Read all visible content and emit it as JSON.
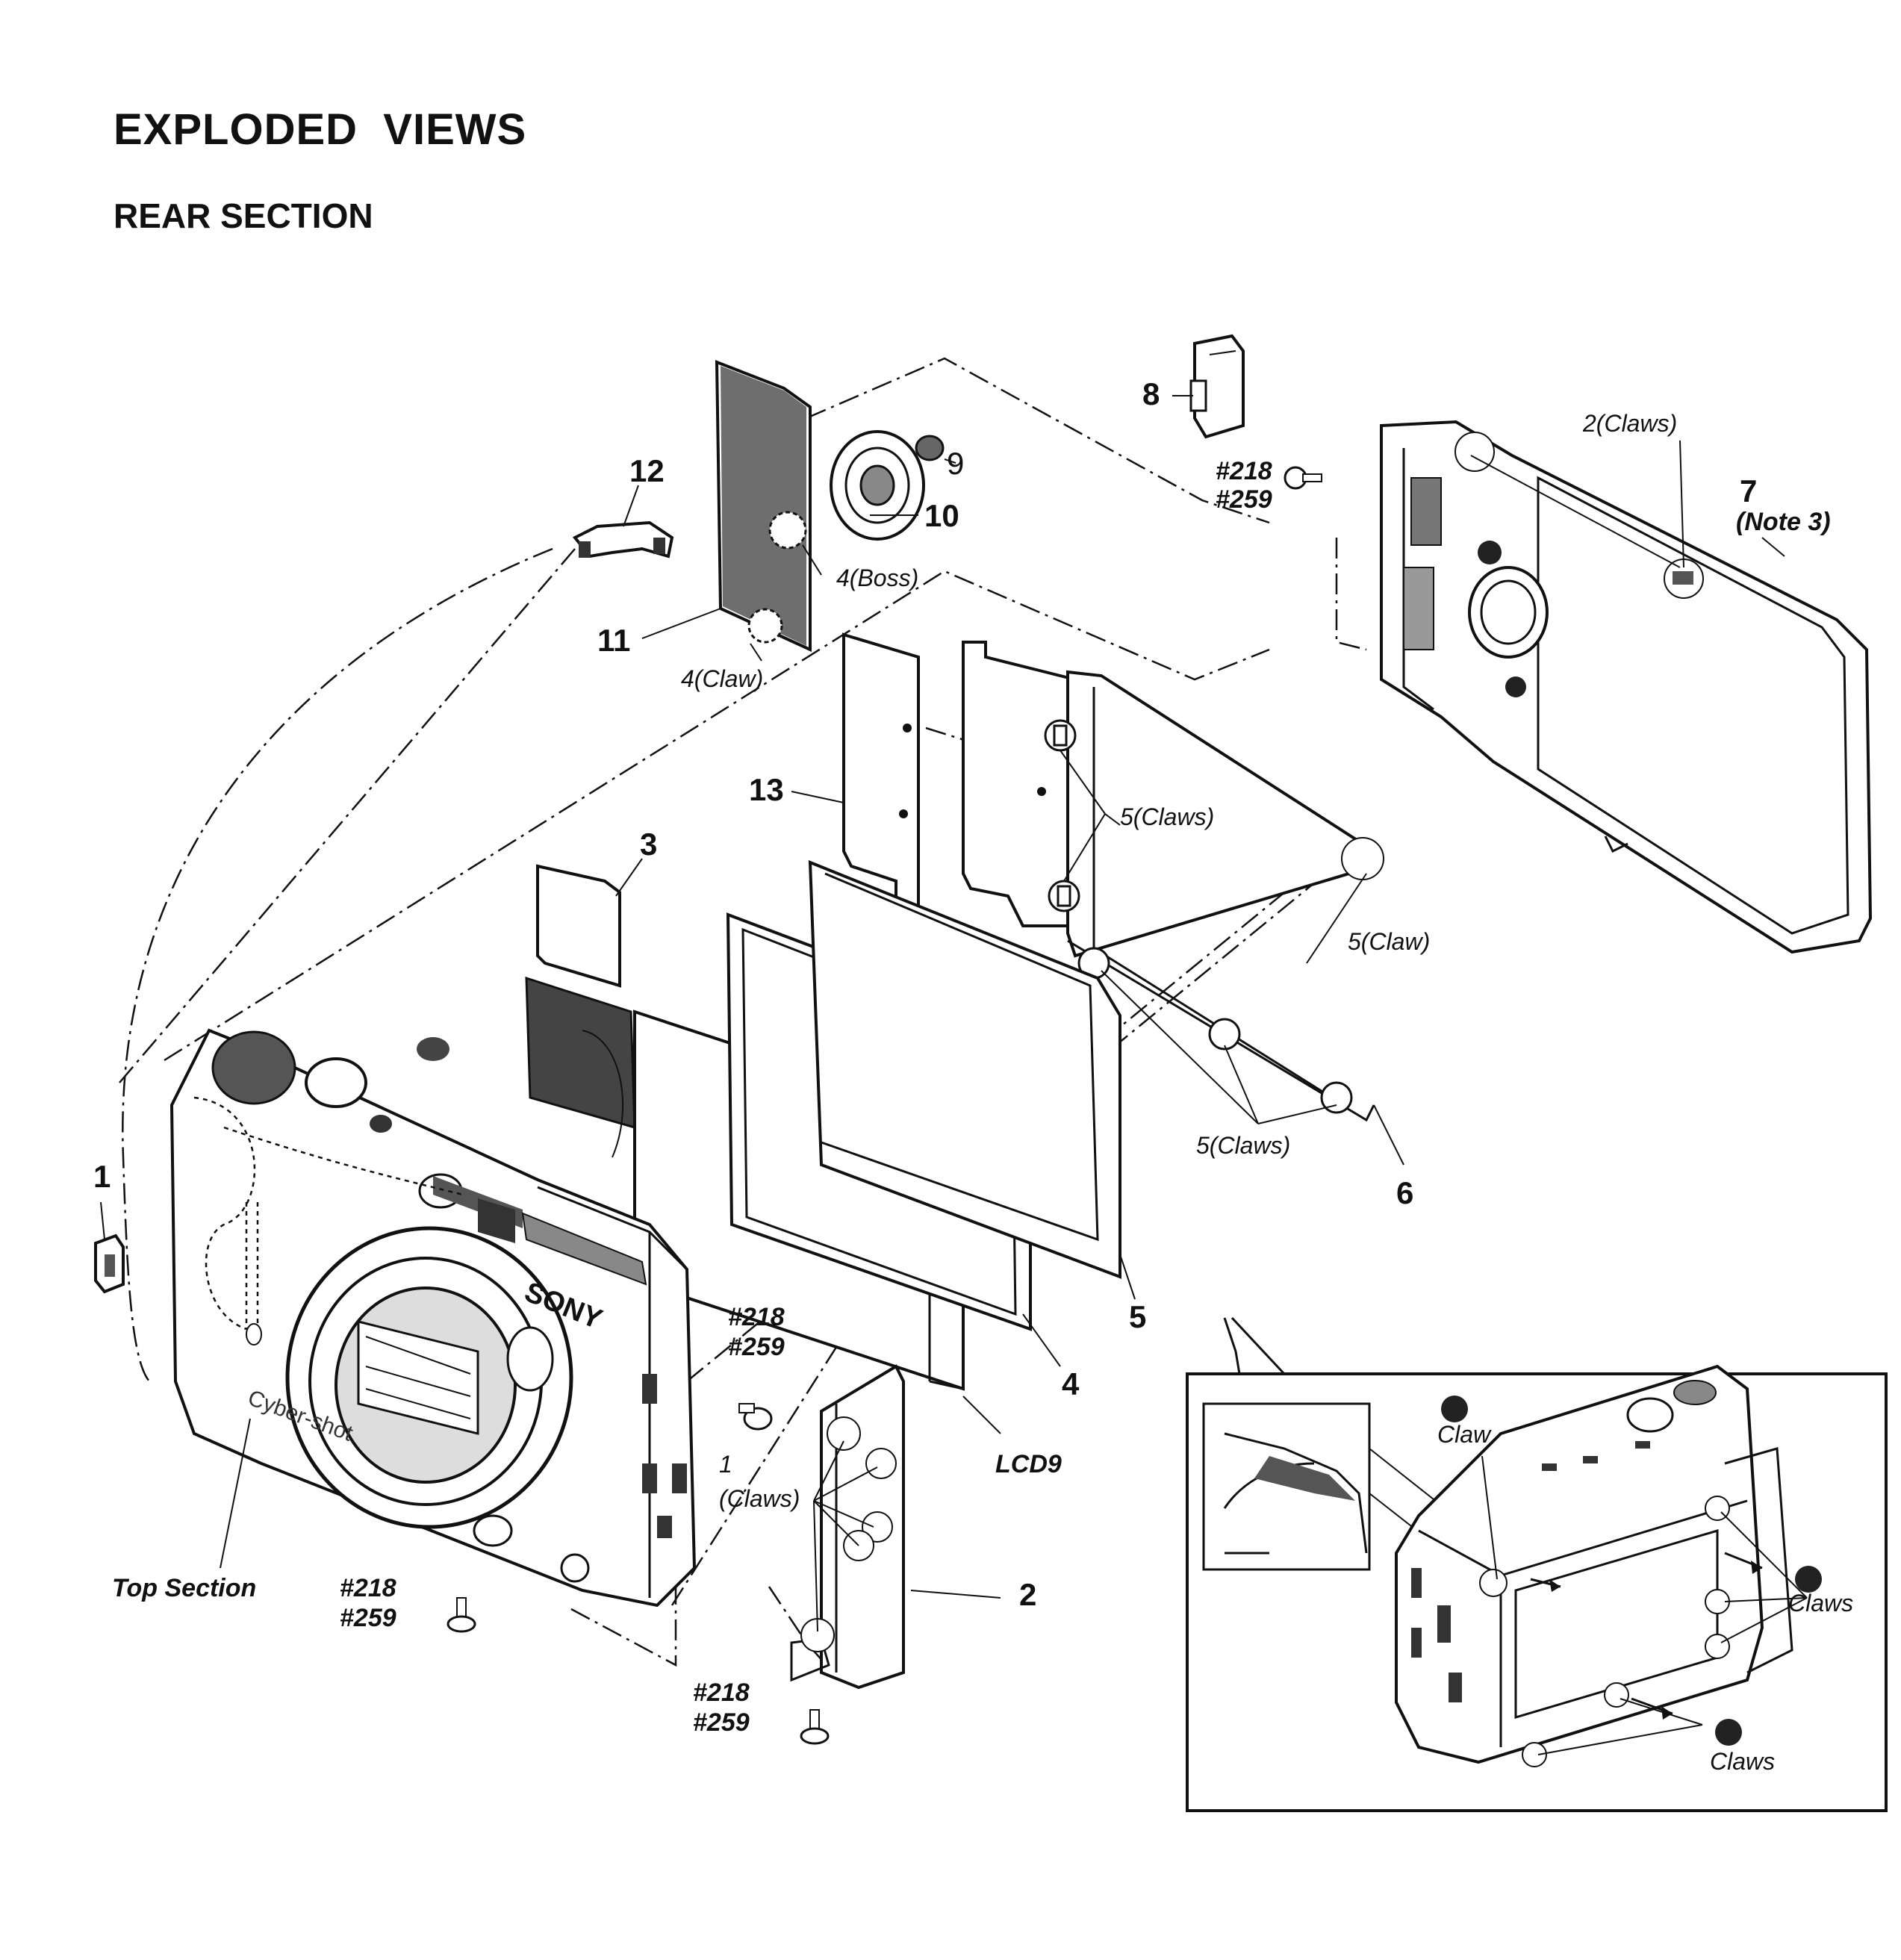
{
  "header": {
    "title": "EXPLODED  VIEWS",
    "subtitle": "REAR SECTION"
  },
  "parts": {
    "p1": "1",
    "p2": "2",
    "p3": "3",
    "p4": "4",
    "p5": "5",
    "p6": "6",
    "p7": "7",
    "p7_note": "(Note 3)",
    "p8": "8",
    "p9": "9",
    "p10": "10",
    "p11": "11",
    "p12": "12",
    "p13": "13",
    "lcd": "LCD9"
  },
  "screws": {
    "s218": "#218",
    "s259": "#259"
  },
  "callouts": {
    "claws2": "2(Claws)",
    "boss4": "4(Boss)",
    "claw4": "4(Claw)",
    "claws5a": "5(Claws)",
    "claw5": "5(Claw)",
    "claws5b": "5(Claws)",
    "claws1_num": "1",
    "claws1": "(Claws)",
    "top_section": "Top Section"
  },
  "inset": {
    "claw": "Claw",
    "claws_a": "Claws",
    "claws_b": "Claws"
  }
}
